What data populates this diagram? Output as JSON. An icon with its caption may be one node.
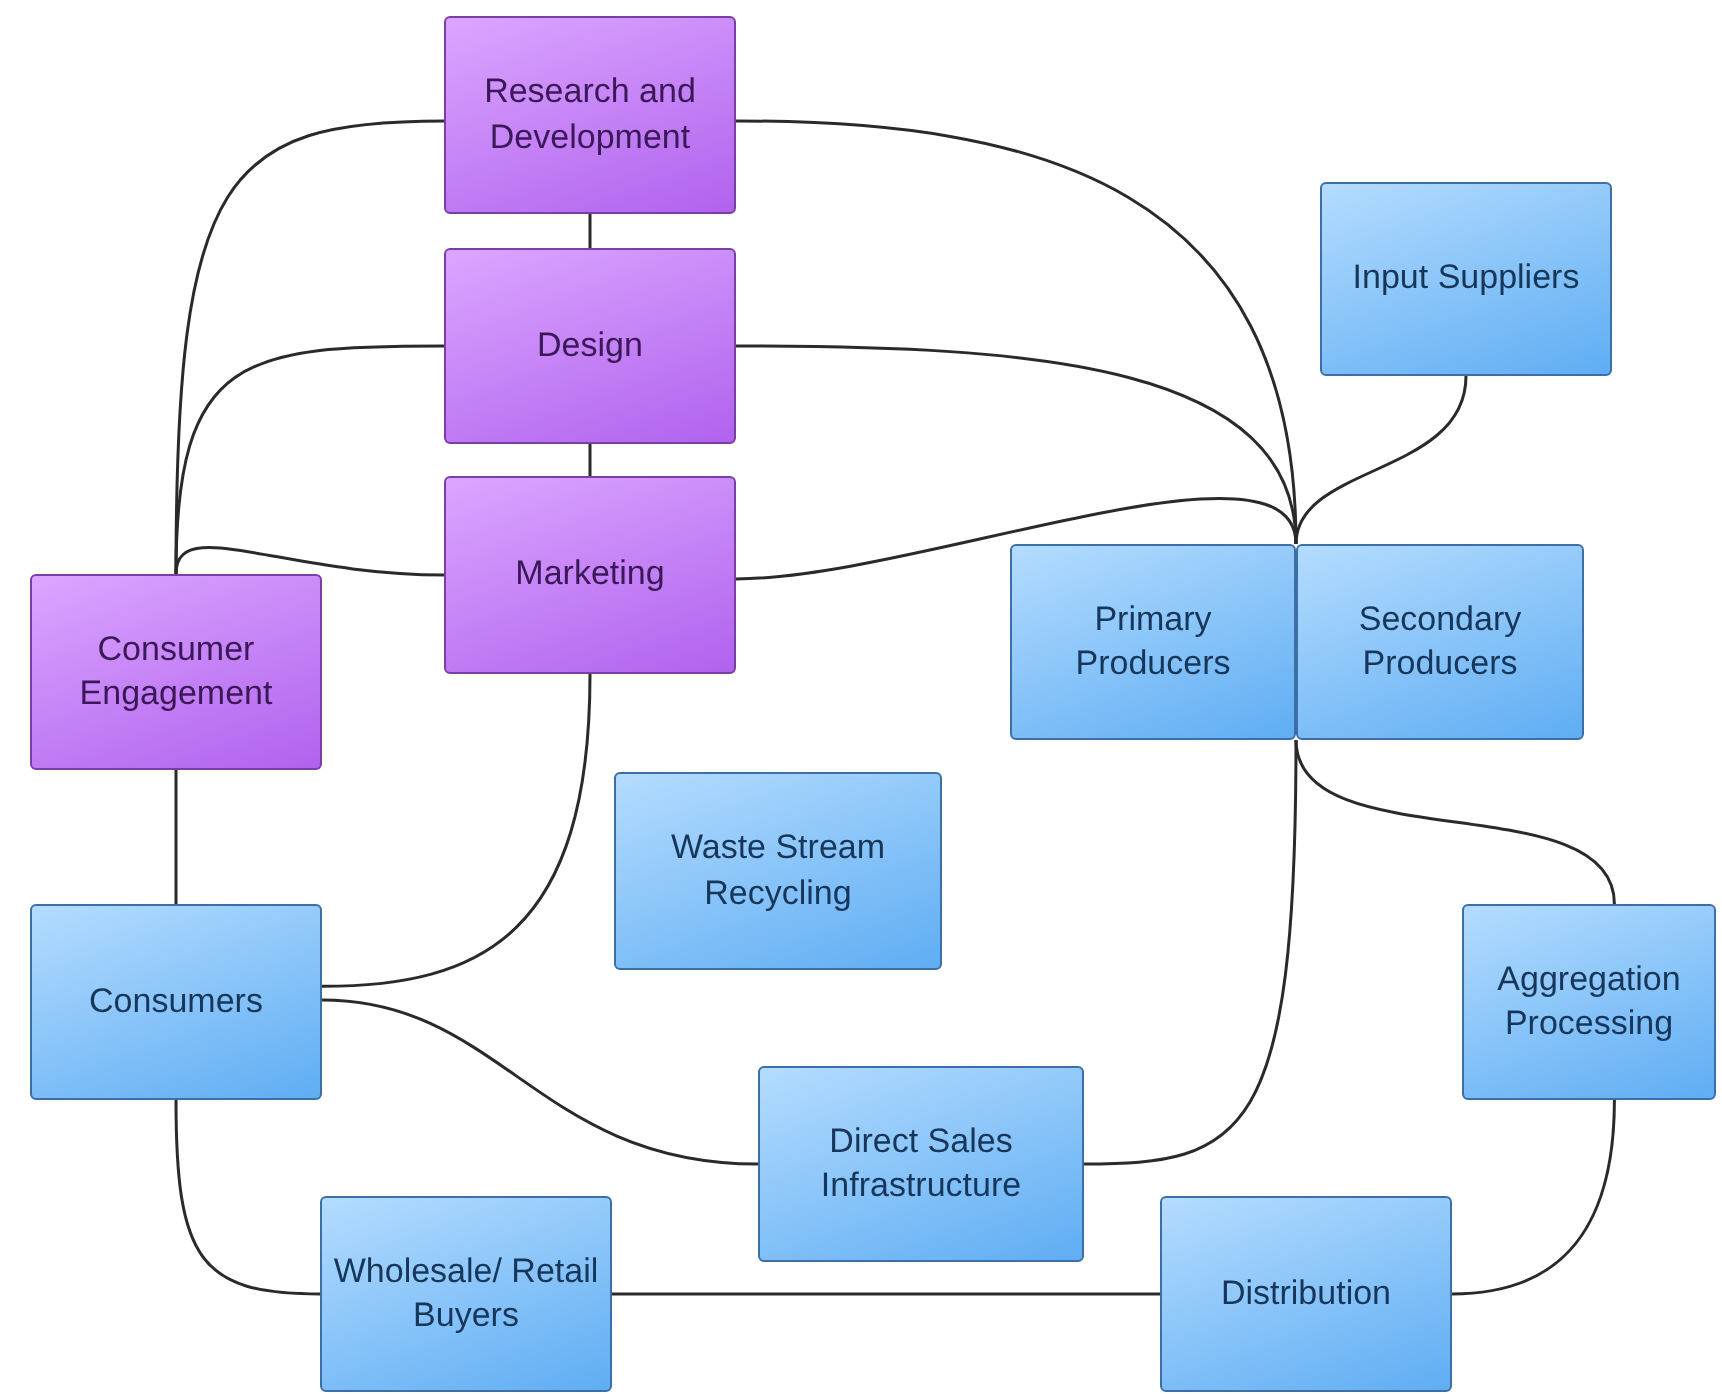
{
  "diagram": {
    "nodes": [
      {
        "text": [
          "Research and Development"
        ]
      },
      {
        "text": [
          "Design"
        ]
      },
      {
        "text": [
          "Marketing"
        ]
      },
      {
        "text": [
          "Consumer Engagement"
        ]
      },
      {
        "text": [
          "Input Suppliers"
        ]
      },
      {
        "text": [
          "Primary Producers"
        ]
      },
      {
        "text": [
          "Secondary Producers"
        ]
      },
      {
        "text": [
          "Waste Stream Recycling"
        ]
      },
      {
        "text": [
          "Consumers"
        ]
      },
      {
        "text": [
          "Aggregation Processing"
        ]
      },
      {
        "text": [
          "Direct Sales Infrastructure"
        ]
      },
      {
        "text": [
          "Wholesale/ Retail Buyers"
        ]
      },
      {
        "text": [
          "Distribution"
        ]
      }
    ],
    "edges": [
      {
        "from": 0,
        "to": 1,
        "arrow": "none"
      },
      {
        "from": 1,
        "to": 2,
        "arrow": "none"
      },
      {
        "from": 3,
        "to": 0,
        "arrow": "none"
      },
      {
        "from": 3,
        "to": 1,
        "arrow": "none"
      },
      {
        "from": 3,
        "to": 2,
        "arrow": "none"
      },
      {
        "from": 0,
        "to": 5,
        "arrow": "none"
      },
      {
        "from": 1,
        "to": 5,
        "arrow": "none"
      },
      {
        "from": 2,
        "to": 5,
        "arrow": "none"
      },
      {
        "from": 4,
        "to": 6,
        "arrow": "none"
      },
      {
        "from": 3,
        "to": 8,
        "arrow": "none"
      },
      {
        "from": 2,
        "to": 8,
        "arrow": "none"
      },
      {
        "from": 8,
        "to": 10,
        "arrow": "none"
      },
      {
        "from": 8,
        "to": 11,
        "arrow": "none"
      },
      {
        "from": 11,
        "to": 12,
        "arrow": "none"
      },
      {
        "from": 5,
        "to": 10,
        "arrow": "none"
      },
      {
        "from": 6,
        "to": 9,
        "arrow": "none"
      },
      {
        "from": 9,
        "to": 12,
        "arrow": "none"
      }
    ]
  }
}
